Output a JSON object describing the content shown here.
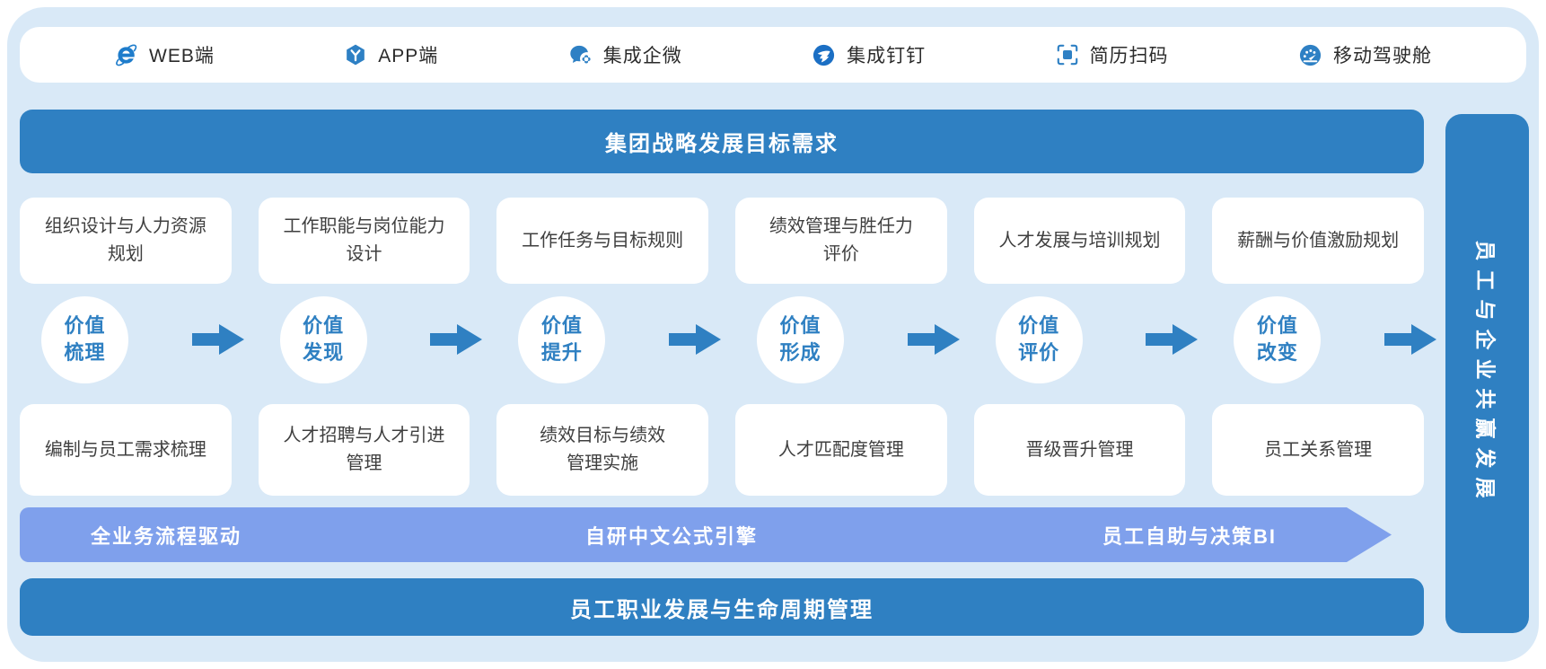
{
  "colors": {
    "primary_blue": "#2F80C2",
    "periwinkle_banner": "#7FA0EC",
    "frame_background": "#D9E9F7",
    "card_background": "#FFFFFF",
    "card_text": "#3F3F3F"
  },
  "top_bar": {
    "items": [
      {
        "icon": "ie-browser-icon",
        "label": "WEB端"
      },
      {
        "icon": "app-box-icon",
        "label": "APP端"
      },
      {
        "icon": "wecom-chat-icon",
        "label": "集成企微"
      },
      {
        "icon": "dingtalk-icon",
        "label": "集成钉钉"
      },
      {
        "icon": "resume-scan-icon",
        "label": "简历扫码"
      },
      {
        "icon": "mobile-dashboard-icon",
        "label": "移动驾驶舱"
      }
    ]
  },
  "strategy_banner": "集团战略发展目标需求",
  "columns": [
    {
      "top_lines": [
        "组织设计与人力资源",
        "规划"
      ],
      "stage_lines": [
        "价值",
        "梳理"
      ],
      "bottom_lines": [
        "编制与员工需求梳理"
      ]
    },
    {
      "top_lines": [
        "工作职能与岗位能力",
        "设计"
      ],
      "stage_lines": [
        "价值",
        "发现"
      ],
      "bottom_lines": [
        "人才招聘与人才引进",
        "管理"
      ]
    },
    {
      "top_lines": [
        "工作任务与目标规则"
      ],
      "stage_lines": [
        "价值",
        "提升"
      ],
      "bottom_lines": [
        "绩效目标与绩效",
        "管理实施"
      ]
    },
    {
      "top_lines": [
        "绩效管理与胜任力",
        "评价"
      ],
      "stage_lines": [
        "价值",
        "形成"
      ],
      "bottom_lines": [
        "人才匹配度管理"
      ]
    },
    {
      "top_lines": [
        "人才发展与培训规划"
      ],
      "stage_lines": [
        "价值",
        "评价"
      ],
      "bottom_lines": [
        "晋级晋升管理"
      ]
    },
    {
      "top_lines": [
        "薪酬与价值激励规划"
      ],
      "stage_lines": [
        "价值",
        "改变"
      ],
      "bottom_lines": [
        "员工关系管理"
      ]
    }
  ],
  "process_banner": {
    "labels": [
      "全业务流程驱动",
      "自研中文公式引擎",
      "员工自助与决策BI"
    ]
  },
  "lifecycle_banner": "员工职业发展与生命周期管理",
  "right_bar": "员工与企业共赢发展"
}
